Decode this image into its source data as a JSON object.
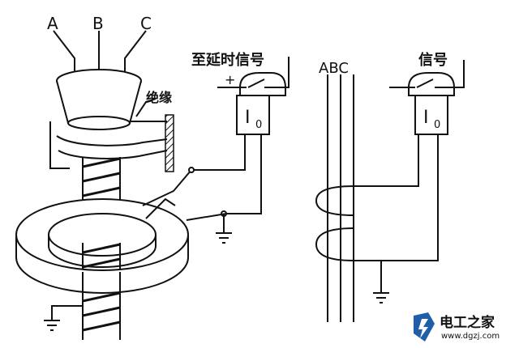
{
  "left_diagram": {
    "phase_a": "A",
    "phase_b": "B",
    "phase_c": "C",
    "insulation_label": "绝缘",
    "delay_signal_label": "至延时信号",
    "plus_sign": "+",
    "relay_label": "I",
    "relay_subscript": "0"
  },
  "right_diagram": {
    "phases_label": "ABC",
    "signal_label": "信号",
    "relay_label": "I",
    "relay_subscript": "0"
  },
  "watermark": {
    "brand": "电工之家",
    "url": "www.dgzj.com",
    "logo_color": "#1f5fa8"
  }
}
